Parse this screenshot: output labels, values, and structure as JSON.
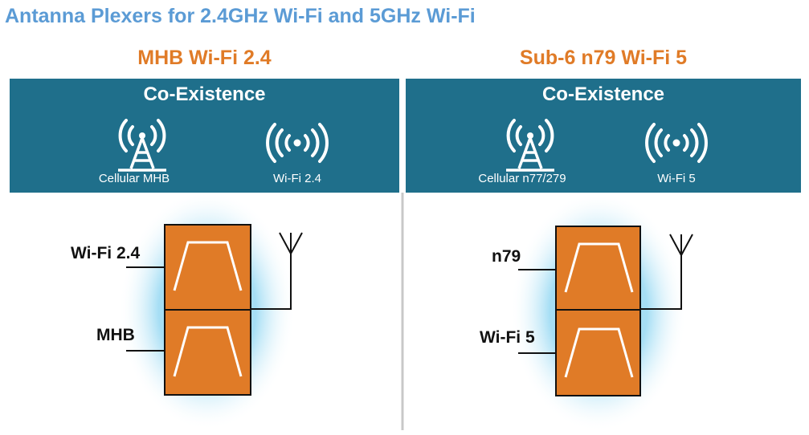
{
  "title": "Antanna Plexers for 2.4GHz Wi-Fi and 5GHz Wi-Fi",
  "left": {
    "heading": "MHB Wi-Fi 2.4",
    "banner_title": "Co-Existence",
    "icon1_label": "Cellular MHB",
    "icon2_label": "Wi-Fi 2.4",
    "port_top": "Wi-Fi 2.4",
    "port_bottom": "MHB"
  },
  "right": {
    "heading": "Sub-6 n79 Wi-Fi 5",
    "banner_title": "Co-Existence",
    "icon1_label": "Cellular n77/279",
    "icon2_label": "Wi-Fi 5",
    "port_top": "n79",
    "port_bottom": "Wi-Fi 5"
  },
  "colors": {
    "title": "#5b9bd5",
    "heading": "#e07b27",
    "banner": "#1f6f8b",
    "filter": "#e07b27"
  }
}
